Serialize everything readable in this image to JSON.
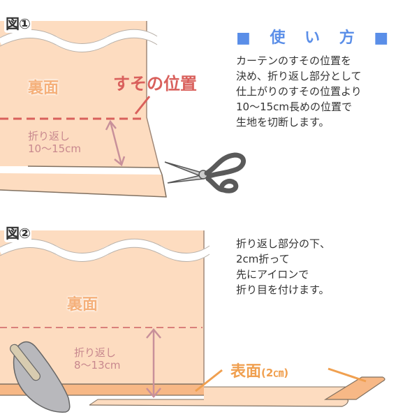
{
  "figure1": {
    "label": "図①",
    "back_side_label": "裏面",
    "hem_position_label": "すその位置",
    "fold_label_line1": "折り返し",
    "fold_label_line2": "10〜15cm"
  },
  "usage": {
    "title": "■ 使 い 方 ■",
    "step1_lines": [
      "カーテンのすその位置を",
      "決め、折り返し部分として",
      "仕上がりのすその位置より",
      "10〜15cm長めの位置で",
      "生地を切断します。"
    ],
    "step2_lines": [
      "折り返し部分の下、",
      "2cm折って",
      "先にアイロンで",
      "折り目を付けます。"
    ]
  },
  "figure2": {
    "label": "図②",
    "back_side_label": "裏面",
    "fold_label_line1": "折り返し",
    "fold_label_line2": "8〜13cm",
    "front_side_label": "表面",
    "front_side_note": "(2㎝)"
  },
  "icons": [
    "scissors-icon",
    "iron-icon",
    "double-arrow-icon"
  ],
  "colors": {
    "fabric": "#fddcc0",
    "fabric_dark": "#f7b886",
    "hem_line": "#d9605c",
    "arrow": "#c8909a",
    "title_blue": "#5a8ee8",
    "text": "#333333"
  }
}
